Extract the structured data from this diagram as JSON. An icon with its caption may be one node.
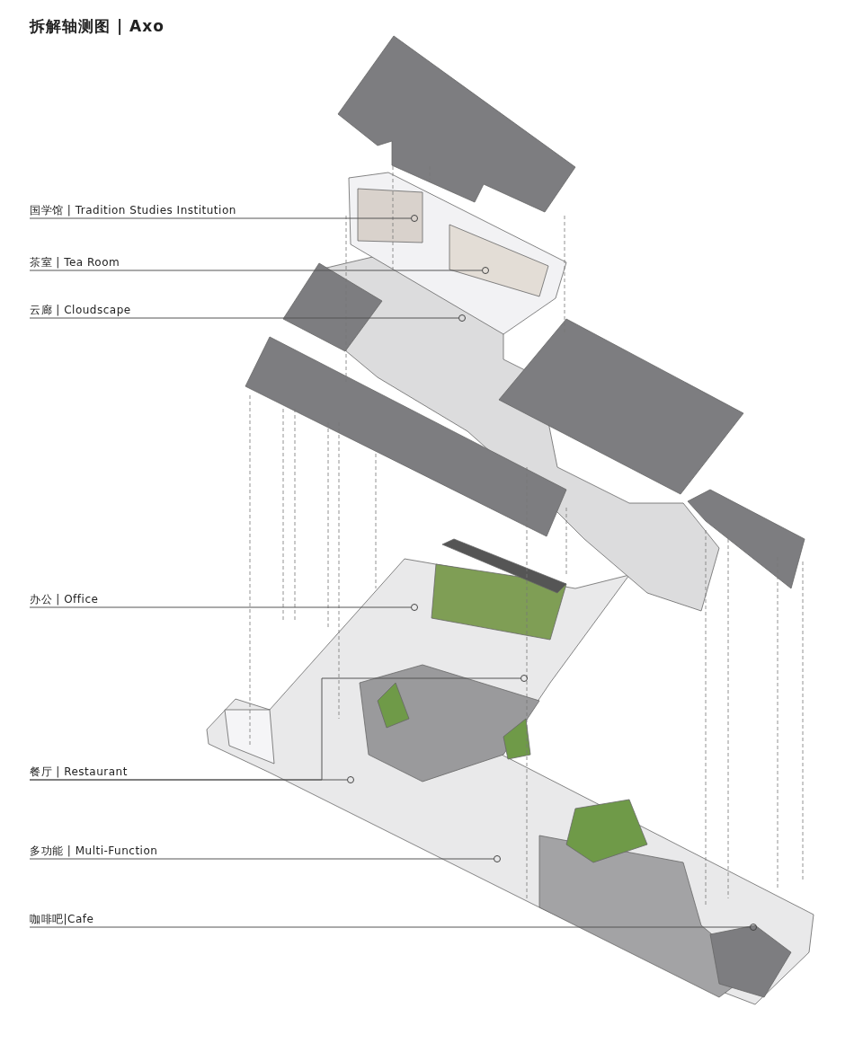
{
  "diagram": {
    "title": "拆解轴测图 | Axo",
    "nodes": [
      {
        "text": [
          "国学馆 | Tradition Studies Institution"
        ]
      },
      {
        "text": [
          "茶室 | Tea Room"
        ]
      },
      {
        "text": [
          "云廊 | Cloudscape"
        ]
      },
      {
        "text": [
          "办公 | Office"
        ]
      },
      {
        "text": [
          "餐厅 | Restaurant"
        ]
      },
      {
        "text": [
          "多功能 | Multi-Function"
        ]
      },
      {
        "text": [
          "咖啡吧|Cafe"
        ]
      },
      {
        "text": [],
        "shape": "circle"
      },
      {
        "text": [],
        "shape": "circle"
      },
      {
        "text": [],
        "shape": "circle"
      },
      {
        "text": [],
        "shape": "circle"
      },
      {
        "text": [],
        "shape": "circle"
      },
      {
        "text": [],
        "shape": "circle"
      },
      {
        "text": [],
        "shape": "circle"
      },
      {
        "text": [],
        "shape": "circle"
      }
    ],
    "edges": [
      {
        "from": 0,
        "to": 7,
        "arrow": "none"
      },
      {
        "from": 1,
        "to": 8,
        "arrow": "none"
      },
      {
        "from": 2,
        "to": 9,
        "arrow": "none"
      },
      {
        "from": 3,
        "to": 10,
        "arrow": "none"
      },
      {
        "from": 4,
        "to": 11,
        "arrow": "none"
      },
      {
        "from": 4,
        "to": 12,
        "arrow": "none"
      },
      {
        "from": 5,
        "to": 13,
        "arrow": "none"
      },
      {
        "from": 6,
        "to": 14,
        "arrow": "none"
      }
    ]
  }
}
